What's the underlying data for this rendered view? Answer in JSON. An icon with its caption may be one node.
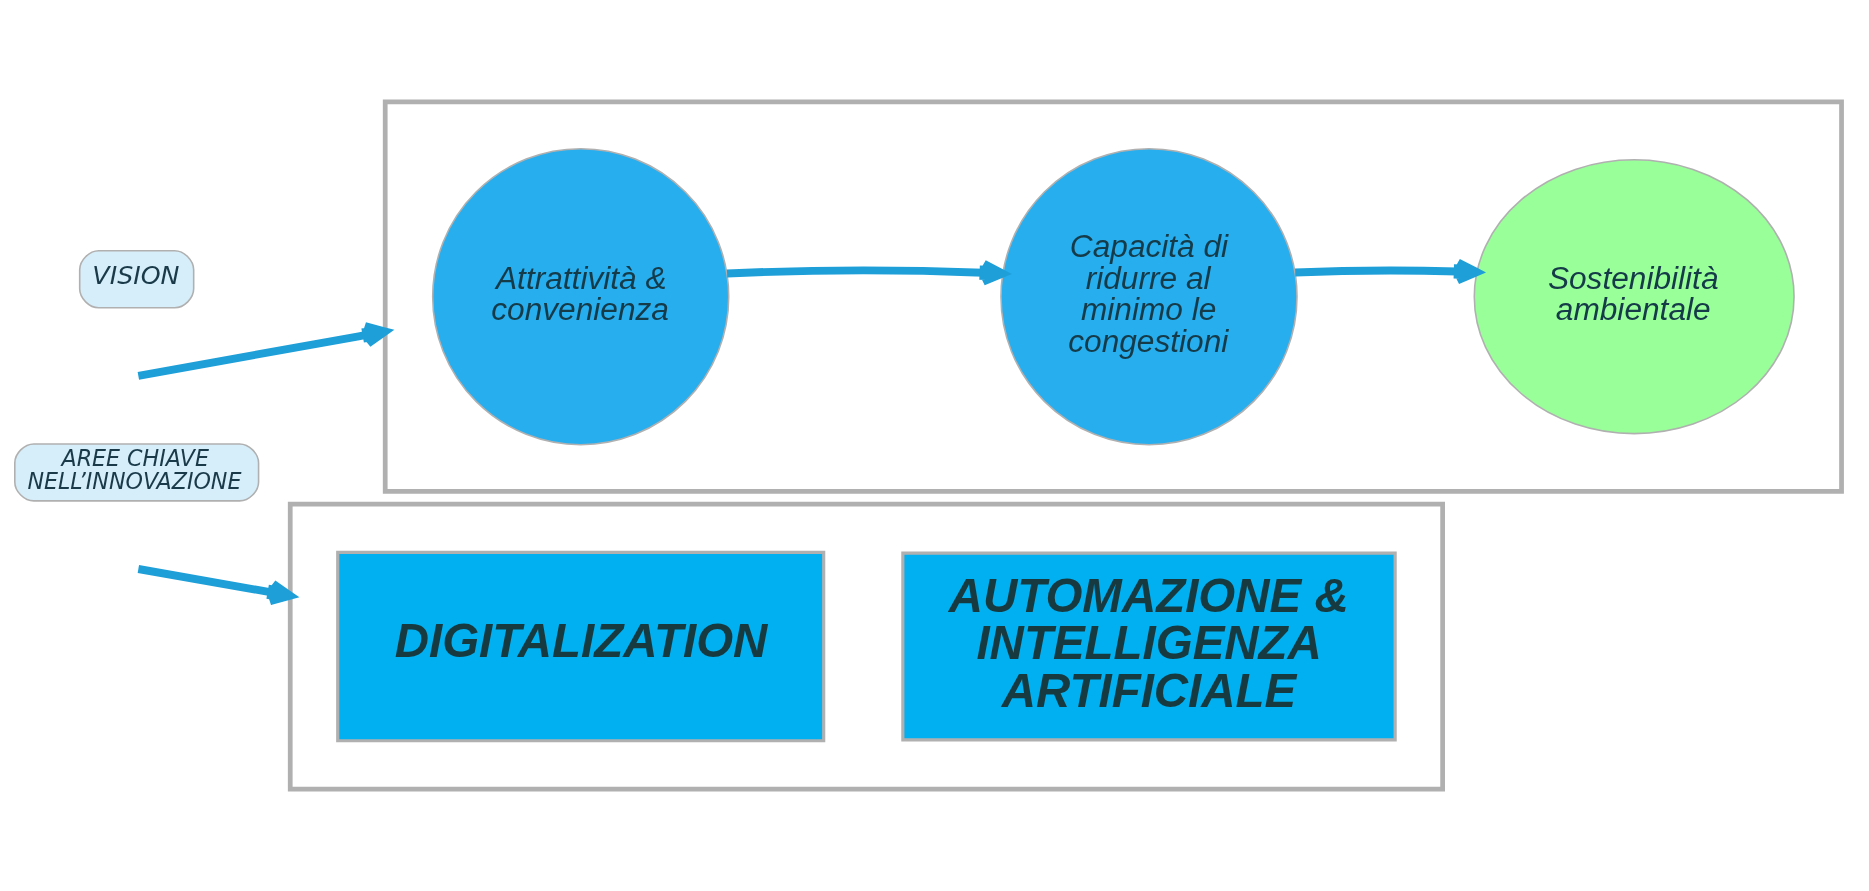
{
  "diagram": {
    "nodes": [
      {
        "text": [
          "VISION"
        ]
      },
      {
        "text": [],
        "shape": "box"
      },
      {
        "text": [
          "Attrattività & convenienza"
        ],
        "in": 1
      },
      {
        "text": [
          "Capacità di ridurre al minimo le congestioni"
        ],
        "in": 1
      },
      {
        "text": [
          "Sostenibilità ambientale"
        ],
        "in": 1
      },
      {
        "text": [
          "AREE CHIAVE NELL’INNOVAZIONE"
        ]
      },
      {
        "text": [],
        "shape": "box"
      },
      {
        "text": [
          "DIGITALIZATION"
        ],
        "in": 6
      },
      {
        "text": [
          "AUTOMAZIONE & INTELLIGENZA ARTIFICIALE"
        ],
        "in": 6
      }
    ],
    "edges": [
      {
        "from": null,
        "to": 1,
        "arrow": "to"
      },
      {
        "from": 2,
        "to": 3,
        "arrow": "to"
      },
      {
        "from": 3,
        "to": 4,
        "arrow": "to"
      },
      {
        "from": null,
        "to": 6,
        "arrow": "to"
      }
    ]
  }
}
